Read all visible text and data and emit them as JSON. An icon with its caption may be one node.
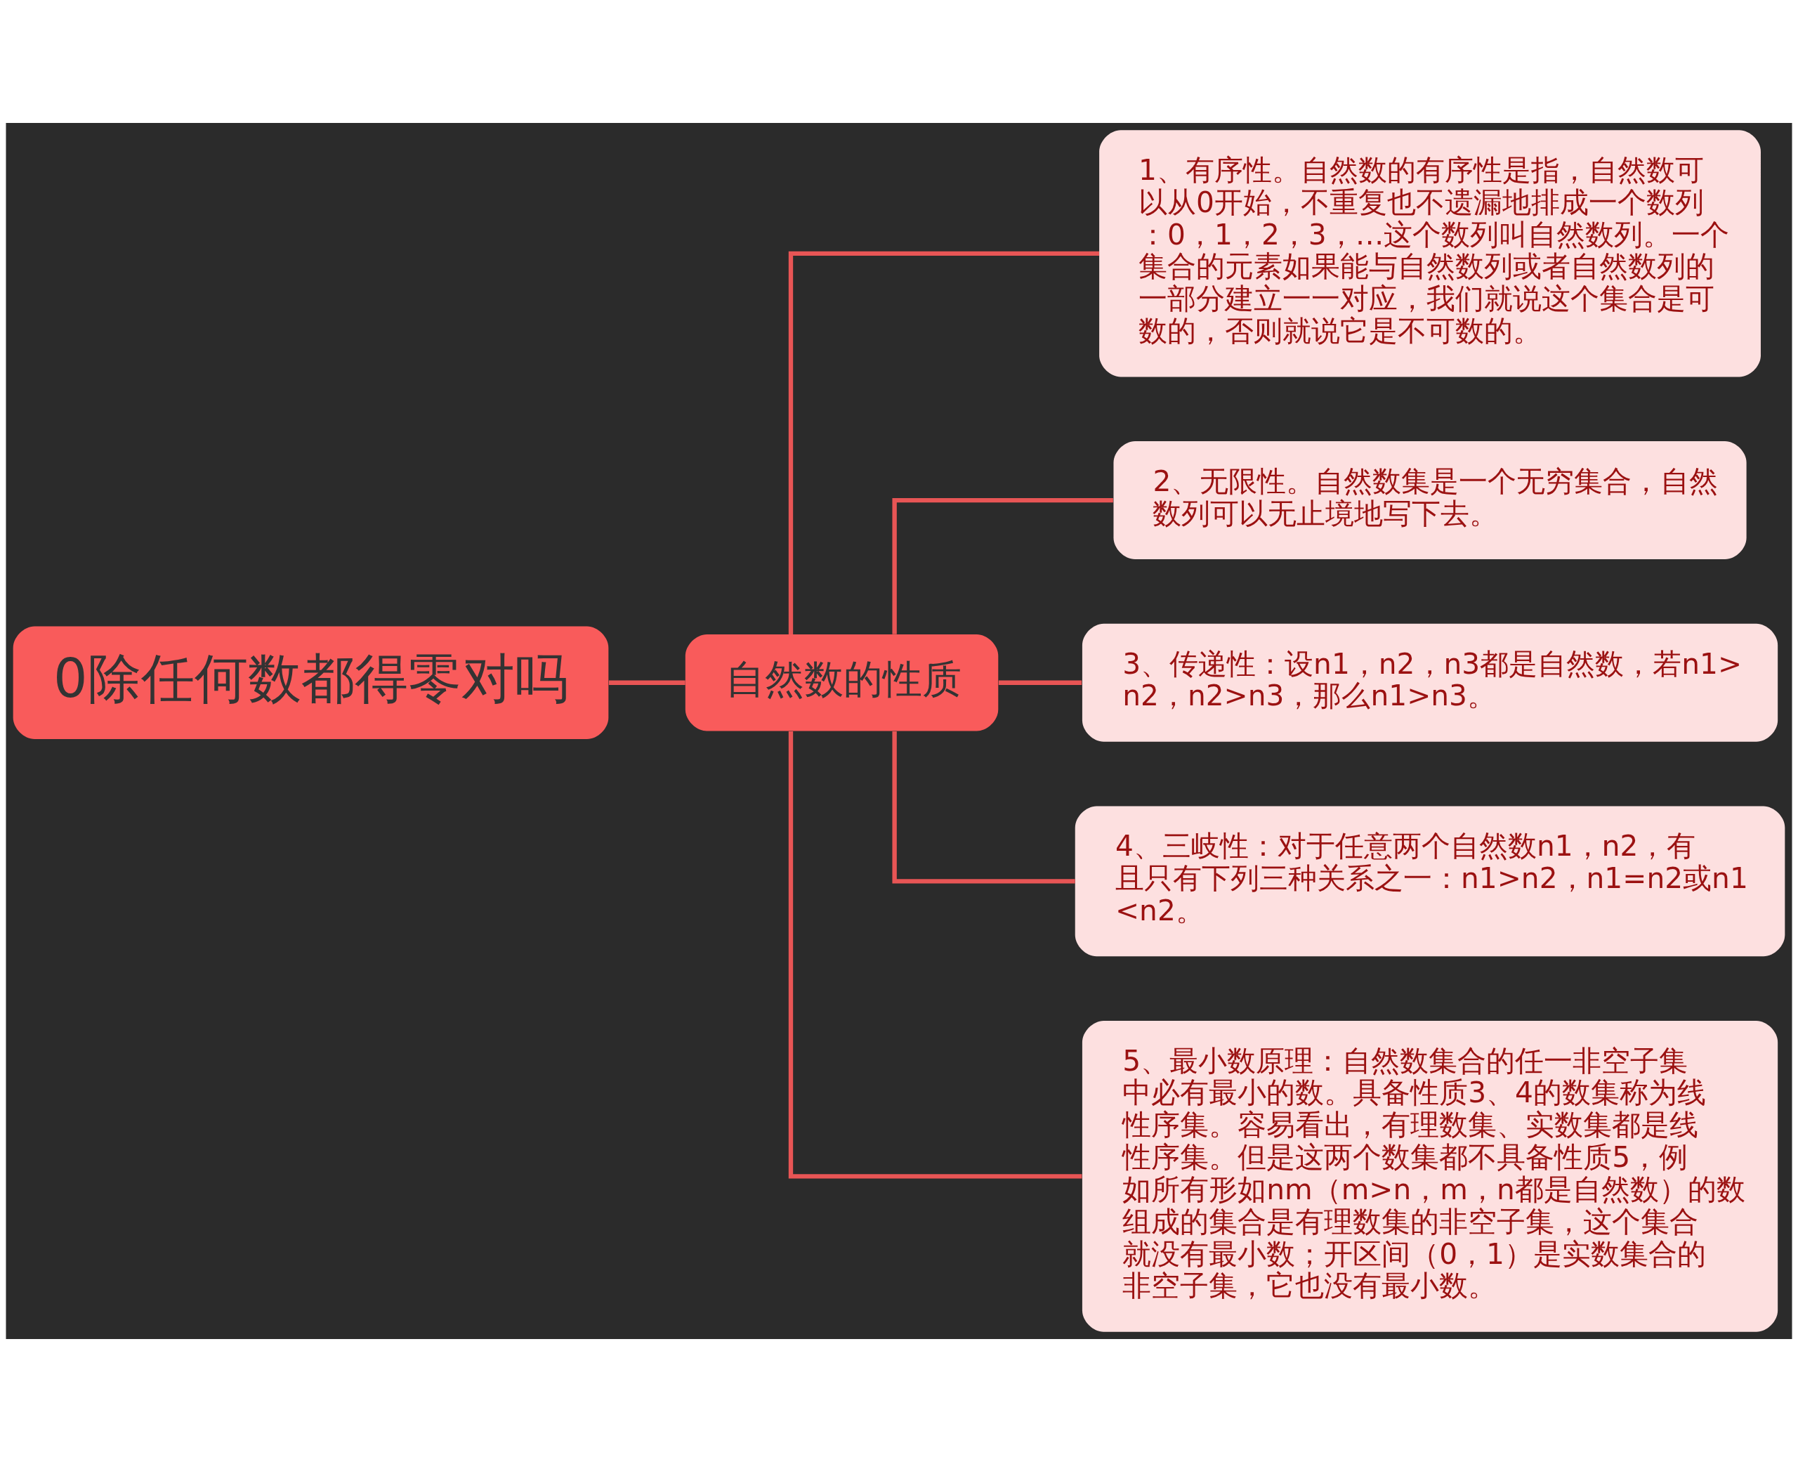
{
  "diagram": {
    "nodes": [
      {
        "text": [
          "0除任何数都得零对吗"
        ]
      },
      {
        "text": [
          "自然数的性质"
        ]
      },
      {
        "text": [
          "1、有序性。自然数的有序性是指，自然数可以从0开始，不重复也不遗漏地排成一个数列：0，1，2，3，…这个数列叫自然数列。一个集合的元素如果能与自然数列或者自然数列的一部分建立一一对应，我们就说这个集合是可数的，否则就说它是不可数的。"
        ]
      },
      {
        "text": [
          "2、无限性。自然数集是一个无穷集合，自然数列可以无止境地写下去。"
        ]
      },
      {
        "text": [
          "3、传递性：设n1，n2，n3都是自然数，若n1>n2，n2>n3，那么n1>n3。"
        ]
      },
      {
        "text": [
          "4、三岐性：对于任意两个自然数n1，n2，有且只有下列三种关系之一：n1>n2，n1=n2或n1<n2。"
        ]
      },
      {
        "text": [
          "5、最小数原理：自然数集合的任一非空子集中必有最小的数。具备性质3、4的数集称为线性序集。容易看出，有理数集、实数集都是线性序集。但是这两个数集都不具备性质5，例如所有形如nm（m>n，m，n都是自然数）的数组成的集合是有理数集的非空子集，这个集合就没有最小数；开区间（0，1）是实数集合的非空子集，它也没有最小数。"
        ]
      }
    ],
    "edges": [
      {
        "from": 0,
        "to": 1,
        "arrow": "none"
      },
      {
        "from": 1,
        "to": 2,
        "arrow": "none"
      },
      {
        "from": 1,
        "to": 3,
        "arrow": "none"
      },
      {
        "from": 1,
        "to": 4,
        "arrow": "none"
      },
      {
        "from": 1,
        "to": 5,
        "arrow": "none"
      },
      {
        "from": 1,
        "to": 6,
        "arrow": "none"
      }
    ]
  }
}
